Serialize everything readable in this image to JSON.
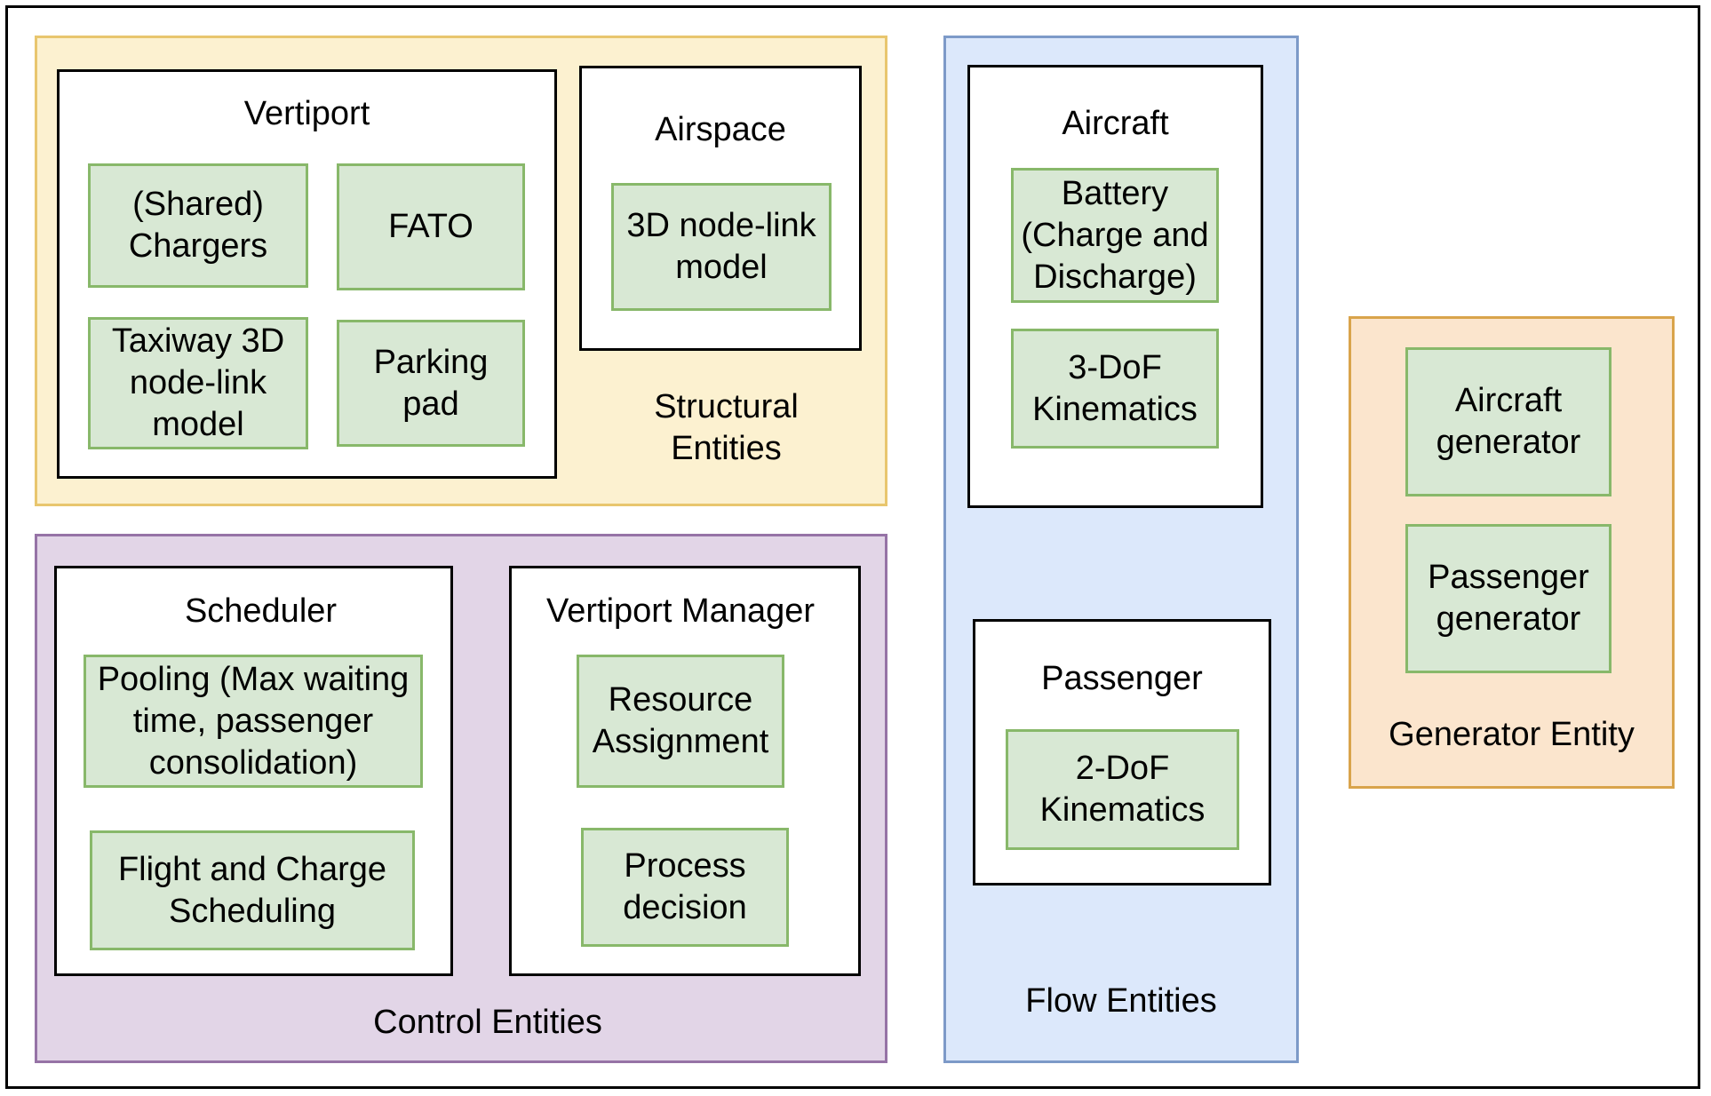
{
  "structural_entities": {
    "label": "Structural\nEntities",
    "vertiport": {
      "title": "Vertiport",
      "shared_chargers": "(Shared)\nChargers",
      "fato": "FATO",
      "taxiway": "Taxiway 3D\nnode-link\nmodel",
      "parking_pad": "Parking\npad"
    },
    "airspace": {
      "title": "Airspace",
      "node_link": "3D node-link\nmodel"
    }
  },
  "control_entities": {
    "label": "Control Entities",
    "scheduler": {
      "title": "Scheduler",
      "pooling": "Pooling (Max waiting\ntime, passenger\nconsolidation)",
      "flight_charge": "Flight and Charge\nScheduling"
    },
    "vertiport_manager": {
      "title": "Vertiport Manager",
      "resource_assignment": "Resource\nAssignment",
      "process_decision": "Process\ndecision"
    }
  },
  "flow_entities": {
    "label": "Flow Entities",
    "aircraft": {
      "title": "Aircraft",
      "battery": "Battery\n(Charge and\nDischarge)",
      "kinematics": "3-DoF\nKinematics"
    },
    "passenger": {
      "title": "Passenger",
      "kinematics": "2-DoF\nKinematics"
    }
  },
  "generator_entity": {
    "label": "Generator Entity",
    "aircraft_generator": "Aircraft\ngenerator",
    "passenger_generator": "Passenger\ngenerator"
  },
  "colors": {
    "structural_fill": "#fcf1d0",
    "control_fill": "#e2d5e7",
    "flow_fill": "#dce8fb",
    "generator_fill": "#fbe5cd",
    "leaf_fill": "#d8e8d4",
    "leaf_border": "#88b86a"
  }
}
